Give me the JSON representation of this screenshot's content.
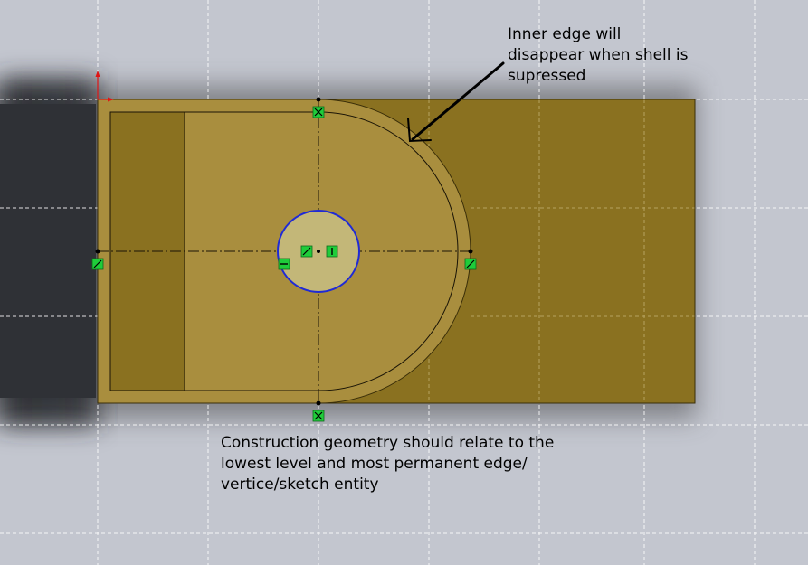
{
  "colors": {
    "background": "#c3c6cf",
    "part_face": "#8a7120",
    "part_border": "#3a2e08",
    "shell_face": "#a98e3e",
    "boss_face": "#c3b778",
    "sketch_circle": "#1f2ad6",
    "relation_marker": "#1fcc3a",
    "origin_axis": "#e01515",
    "grid_line": "#ffffff",
    "annotation_text": "#000000",
    "left_shadow": "#2e3035"
  },
  "annotations": {
    "inner_edge": [
      "Inner edge will",
      "disappear when shell is",
      "supressed"
    ],
    "construction": [
      "Construction geometry should relate to the",
      "lowest level and most permanent edge/",
      "vertice/sketch entity"
    ]
  },
  "icons": {
    "origin": "origin-axis-icon",
    "relation": "sketch-relation-icon",
    "arrow": "callout-arrow-icon"
  }
}
